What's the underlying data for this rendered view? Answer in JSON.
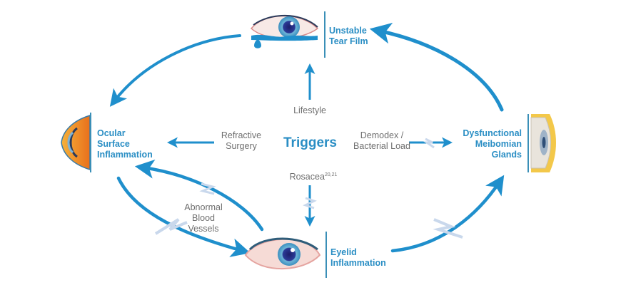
{
  "title": "Triggers",
  "colors": {
    "arrow": "#1f8fcc",
    "node_text": "#2a8ec4",
    "trigger_text": "#6f6f6f",
    "divider": "#3a8fb7",
    "lightning": "#c9d8ec"
  },
  "nodes": [
    {
      "id": "unstable-tear-film",
      "lines": [
        "Unstable",
        "Tear Film"
      ],
      "icon": "tearing-eye-icon"
    },
    {
      "id": "ocular-surface-inflammation",
      "lines": [
        "Ocular",
        "Surface",
        "Inflammation"
      ],
      "icon": "eye-cross-section-icon"
    },
    {
      "id": "dysfunctional-meibomian-glands",
      "lines": [
        "Dysfunctional",
        "Meibomian",
        "Glands"
      ],
      "icon": "eyelid-gland-icon"
    },
    {
      "id": "eyelid-inflammation",
      "lines": [
        "Eyelid",
        "Inflammation"
      ],
      "icon": "inflamed-eye-icon"
    }
  ],
  "triggers": [
    {
      "id": "lifestyle",
      "lines": [
        "Lifestyle"
      ],
      "target": "unstable-tear-film"
    },
    {
      "id": "refractive-surgery",
      "lines": [
        "Refractive",
        "Surgery"
      ],
      "target": "ocular-surface-inflammation"
    },
    {
      "id": "demodex",
      "lines": [
        "Demodex /",
        "Bacterial Load"
      ],
      "target": "dysfunctional-meibomian-glands"
    },
    {
      "id": "rosacea",
      "lines": [
        "Rosacea"
      ],
      "superscript": "20,21",
      "target": "eyelid-inflammation"
    },
    {
      "id": "abnormal-blood-vessels",
      "lines": [
        "Abnormal",
        "Blood",
        "Vessels"
      ]
    }
  ],
  "cycle": [
    {
      "from": "dysfunctional-meibomian-glands",
      "to": "unstable-tear-film"
    },
    {
      "from": "unstable-tear-film",
      "to": "ocular-surface-inflammation"
    },
    {
      "from": "ocular-surface-inflammation",
      "to": "eyelid-inflammation"
    },
    {
      "from": "eyelid-inflammation",
      "to": "ocular-surface-inflammation"
    },
    {
      "from": "eyelid-inflammation",
      "to": "dysfunctional-meibomian-glands"
    }
  ]
}
